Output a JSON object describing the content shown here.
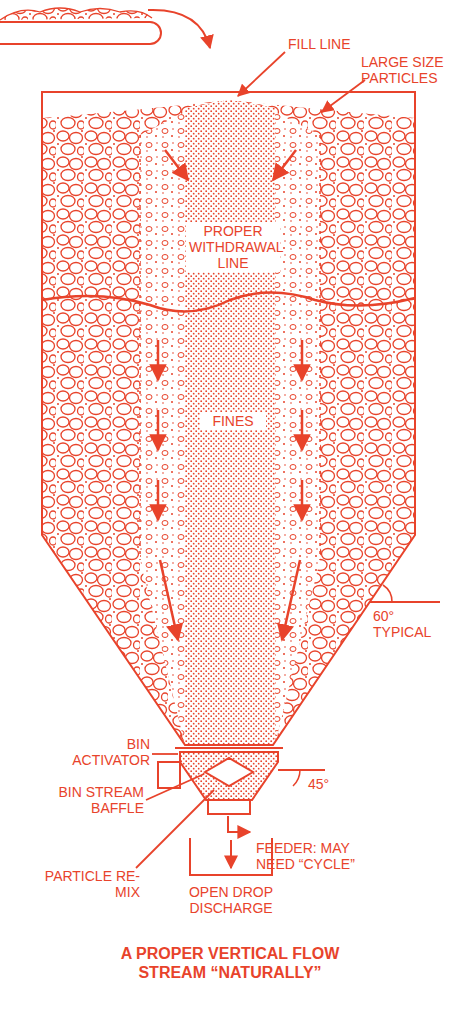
{
  "diagram": {
    "caption": "A PROPER VERTICAL FLOW STREAM “NATURALLY”",
    "labels": [
      "FILL LINE",
      "LARGE SIZE PARTICLES",
      "PROPER WITHDRAWAL LINE",
      "FINES",
      "60° TYPICAL",
      "BIN ACTIVATOR",
      "BIN STREAM BAFFLE",
      "45°",
      "FEEDER: MAY NEED “CYCLE”",
      "PARTICLE RE-MIX",
      "OPEN DROP DISCHARGE"
    ]
  }
}
